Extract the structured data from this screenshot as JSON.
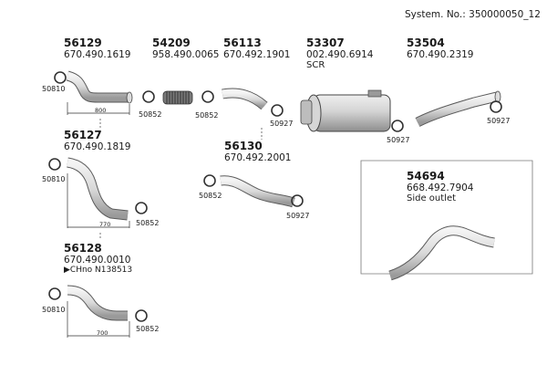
{
  "system": "System. No.: 350000050_12",
  "parts": {
    "p56129": {
      "number": "56129",
      "oe": "670.490.1619"
    },
    "p54209": {
      "number": "54209",
      "oe": "958.490.0065"
    },
    "p56113": {
      "number": "56113",
      "oe": "670.492.1901"
    },
    "p53307": {
      "number": "53307",
      "oe": "002.490.6914",
      "note": "SCR"
    },
    "p53504": {
      "number": "53504",
      "oe": "670.490.2319"
    },
    "p56127": {
      "number": "56127",
      "oe": "670.490.1819"
    },
    "p56130": {
      "number": "56130",
      "oe": "670.492.2001"
    },
    "p54694": {
      "number": "54694",
      "oe": "668.492.7904",
      "note": "Side outlet"
    },
    "p56128": {
      "number": "56128",
      "oe": "670.490.0010",
      "chno": "▶CHno N138513"
    }
  },
  "clamps": {
    "c50810": "50810",
    "c50852": "50852",
    "c50927": "50927"
  },
  "dims": {
    "d800": "800",
    "d770": "770",
    "d700": "700"
  }
}
